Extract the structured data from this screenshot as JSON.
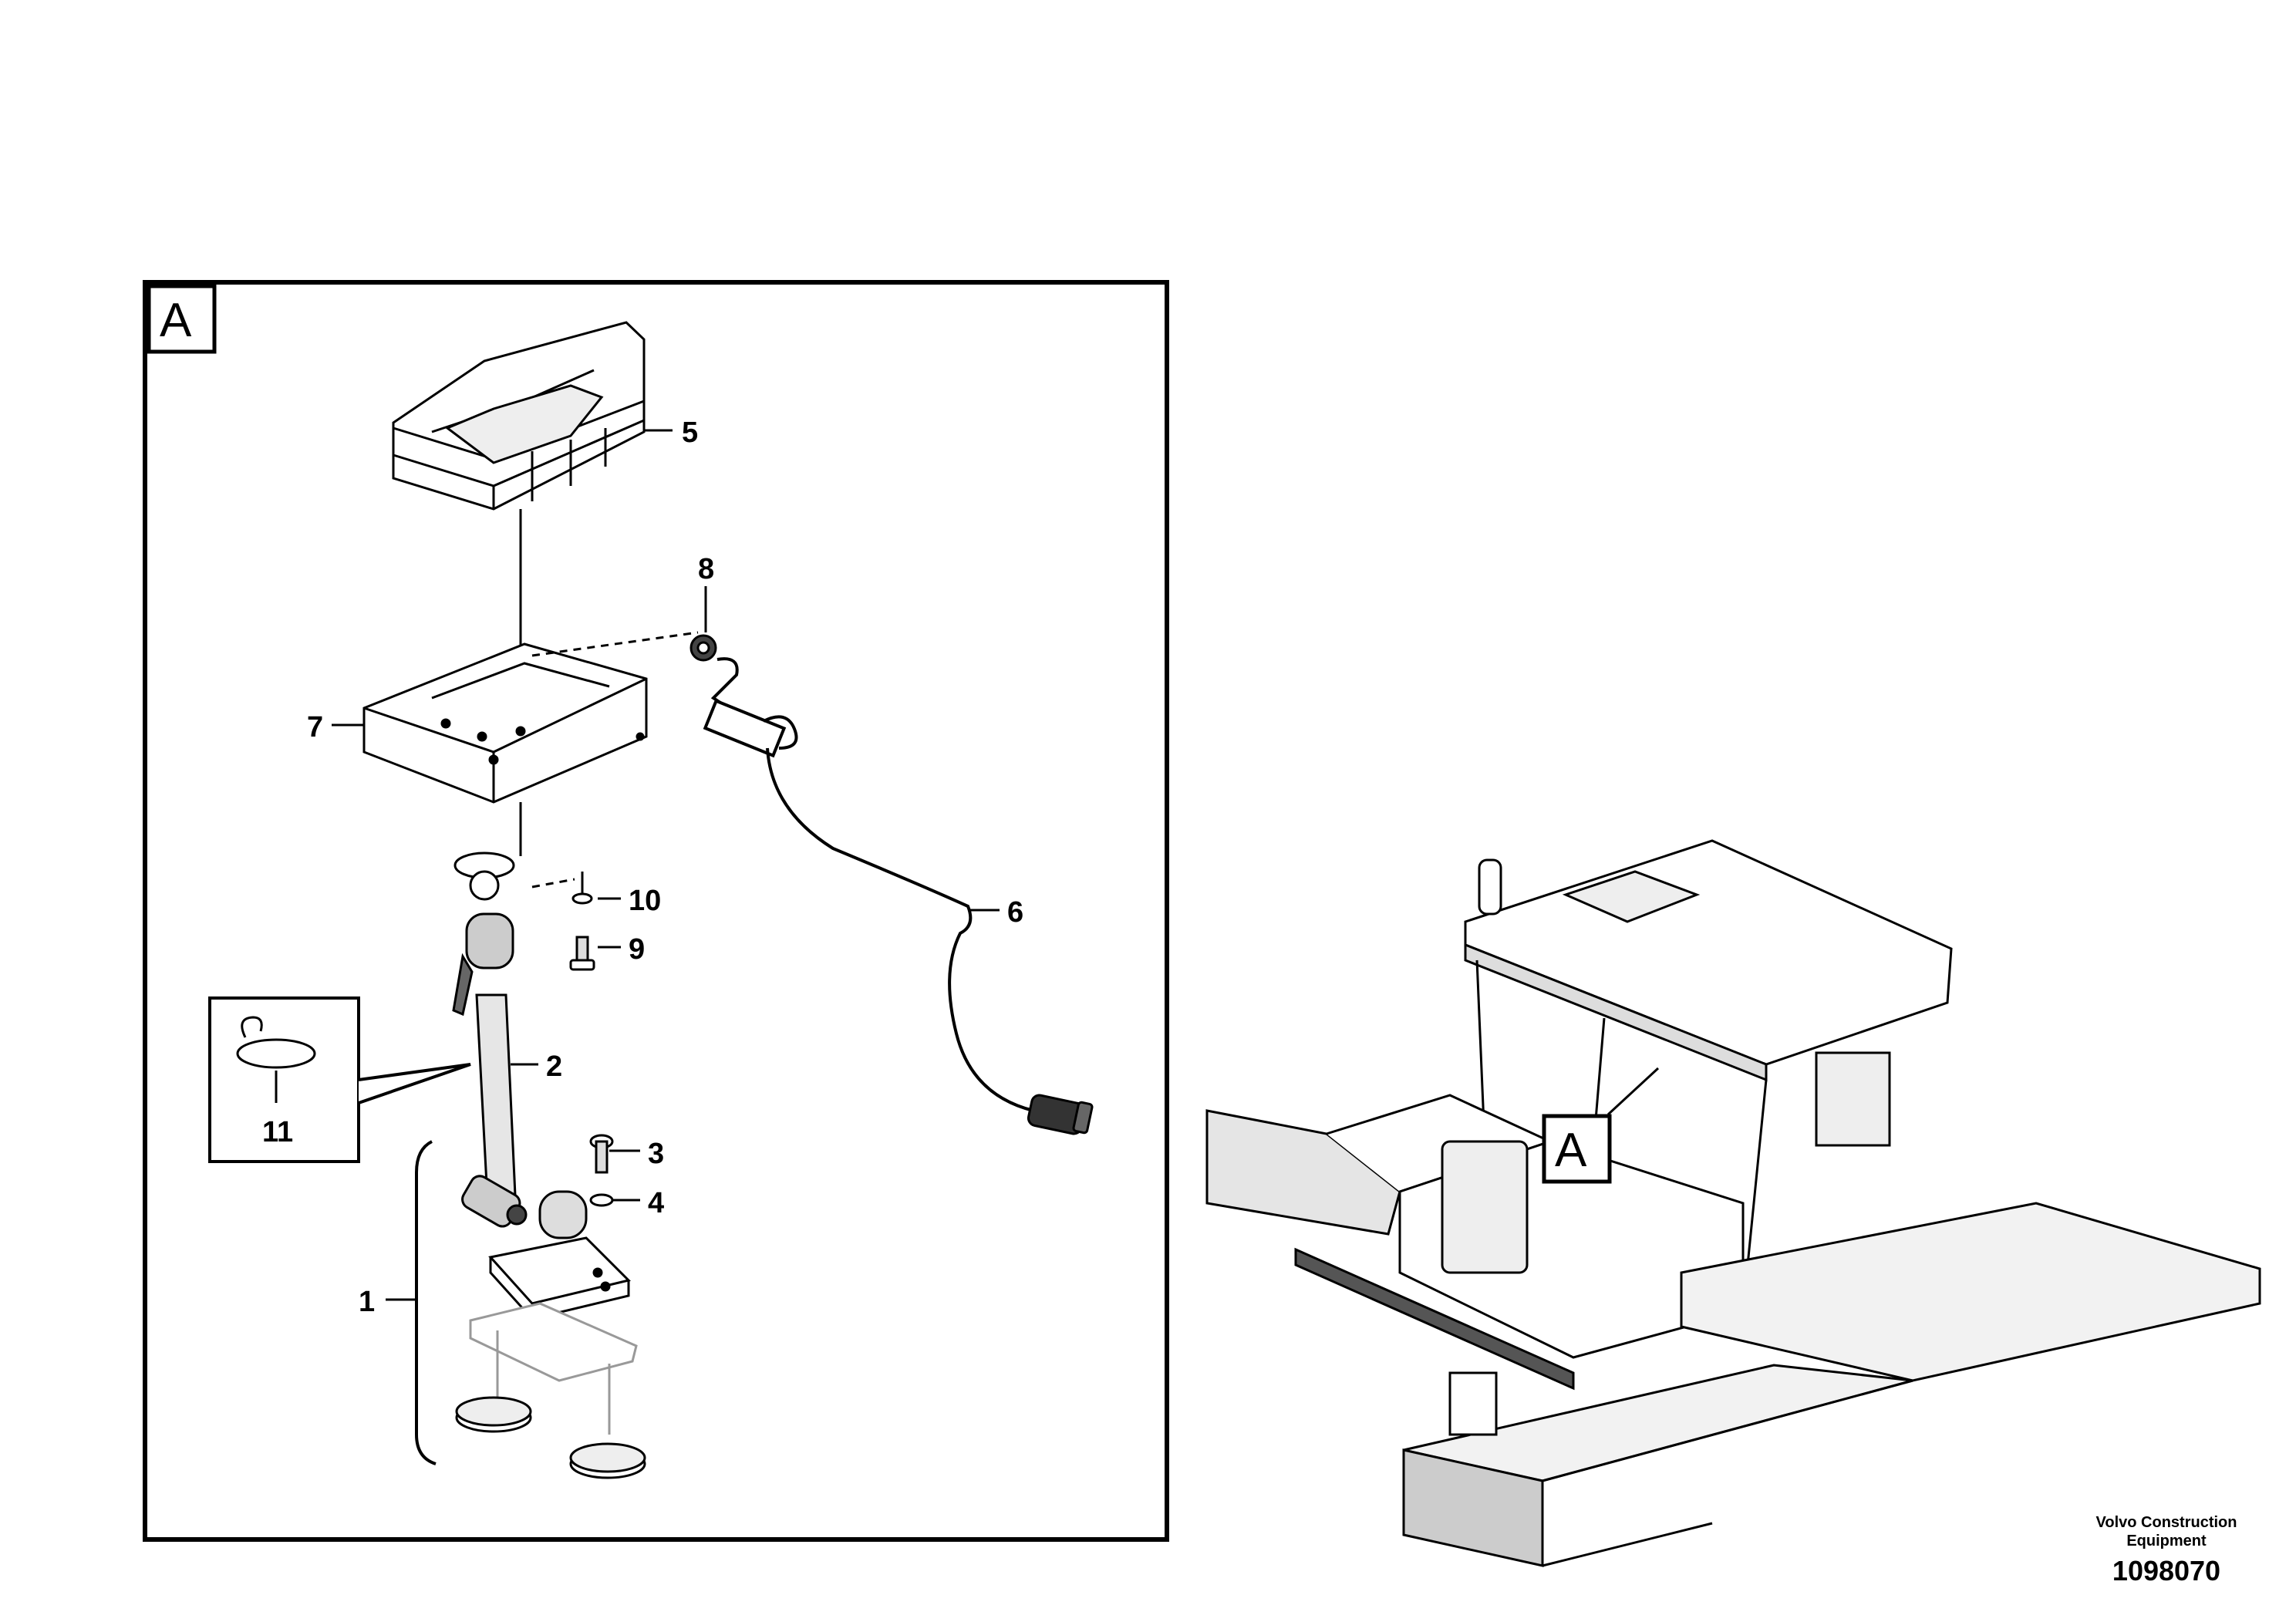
{
  "detail": {
    "letter": "A"
  },
  "callouts": [
    {
      "id": "1",
      "label": "1"
    },
    {
      "id": "2",
      "label": "2"
    },
    {
      "id": "3",
      "label": "3"
    },
    {
      "id": "4",
      "label": "4"
    },
    {
      "id": "5",
      "label": "5"
    },
    {
      "id": "6",
      "label": "6"
    },
    {
      "id": "7",
      "label": "7"
    },
    {
      "id": "8",
      "label": "8"
    },
    {
      "id": "9",
      "label": "9"
    },
    {
      "id": "10",
      "label": "10"
    },
    {
      "id": "11",
      "label": "11"
    }
  ],
  "machine_view": {
    "locator_letter": "A"
  },
  "credit": {
    "line1": "Volvo Construction",
    "line2": "Equipment"
  },
  "figure_number": "1098070",
  "colors": {
    "line": "#000000",
    "background": "#ffffff",
    "shade": "#d9d9d9"
  }
}
